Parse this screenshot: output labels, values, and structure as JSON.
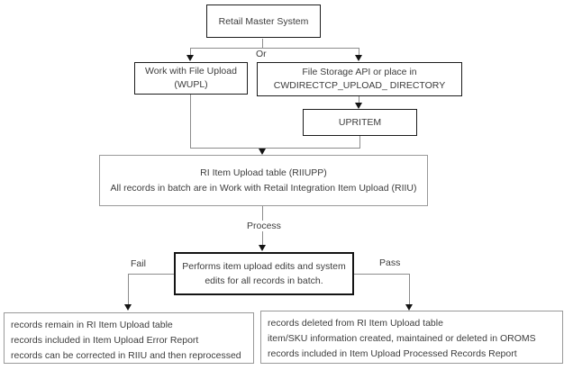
{
  "diagram": {
    "nodes": {
      "retail_master": {
        "label": "Retail Master System"
      },
      "wupl": {
        "line1": "Work with File Upload",
        "line2": "(WUPL)"
      },
      "file_storage": {
        "line1": "File Storage API or place in",
        "line2": "CWDIRECTCP_UPLOAD_ DIRECTORY"
      },
      "upritem": {
        "label": "UPRITEM"
      },
      "riiupp": {
        "line1": "RI Item Upload table (RIIUPP)",
        "line2": "All records in batch are in Work with Retail Integration Item Upload (RIIU)"
      },
      "edits": {
        "line1": "Performs item upload edits and system",
        "line2": "edits for all records in batch."
      },
      "fail_result": {
        "lines": [
          "records remain in RI Item Upload table",
          "records included in Item Upload Error Report",
          "records can be corrected in RIIU and then reprocessed"
        ]
      },
      "pass_result": {
        "lines": [
          "records deleted from RI Item Upload table",
          "item/SKU information created, maintained or deleted in OROMS",
          "records included in Item Upload Processed Records Report"
        ]
      }
    },
    "labels": {
      "or": "Or",
      "process": "Process",
      "fail": "Fail",
      "pass": "Pass"
    },
    "colors": {
      "background": "#ffffff",
      "box_border_dark": "#1c1c1c",
      "box_border_light": "#999999",
      "connector": "#8c8c8c",
      "arrowhead": "#141414",
      "text": "#3c3c3c"
    }
  }
}
